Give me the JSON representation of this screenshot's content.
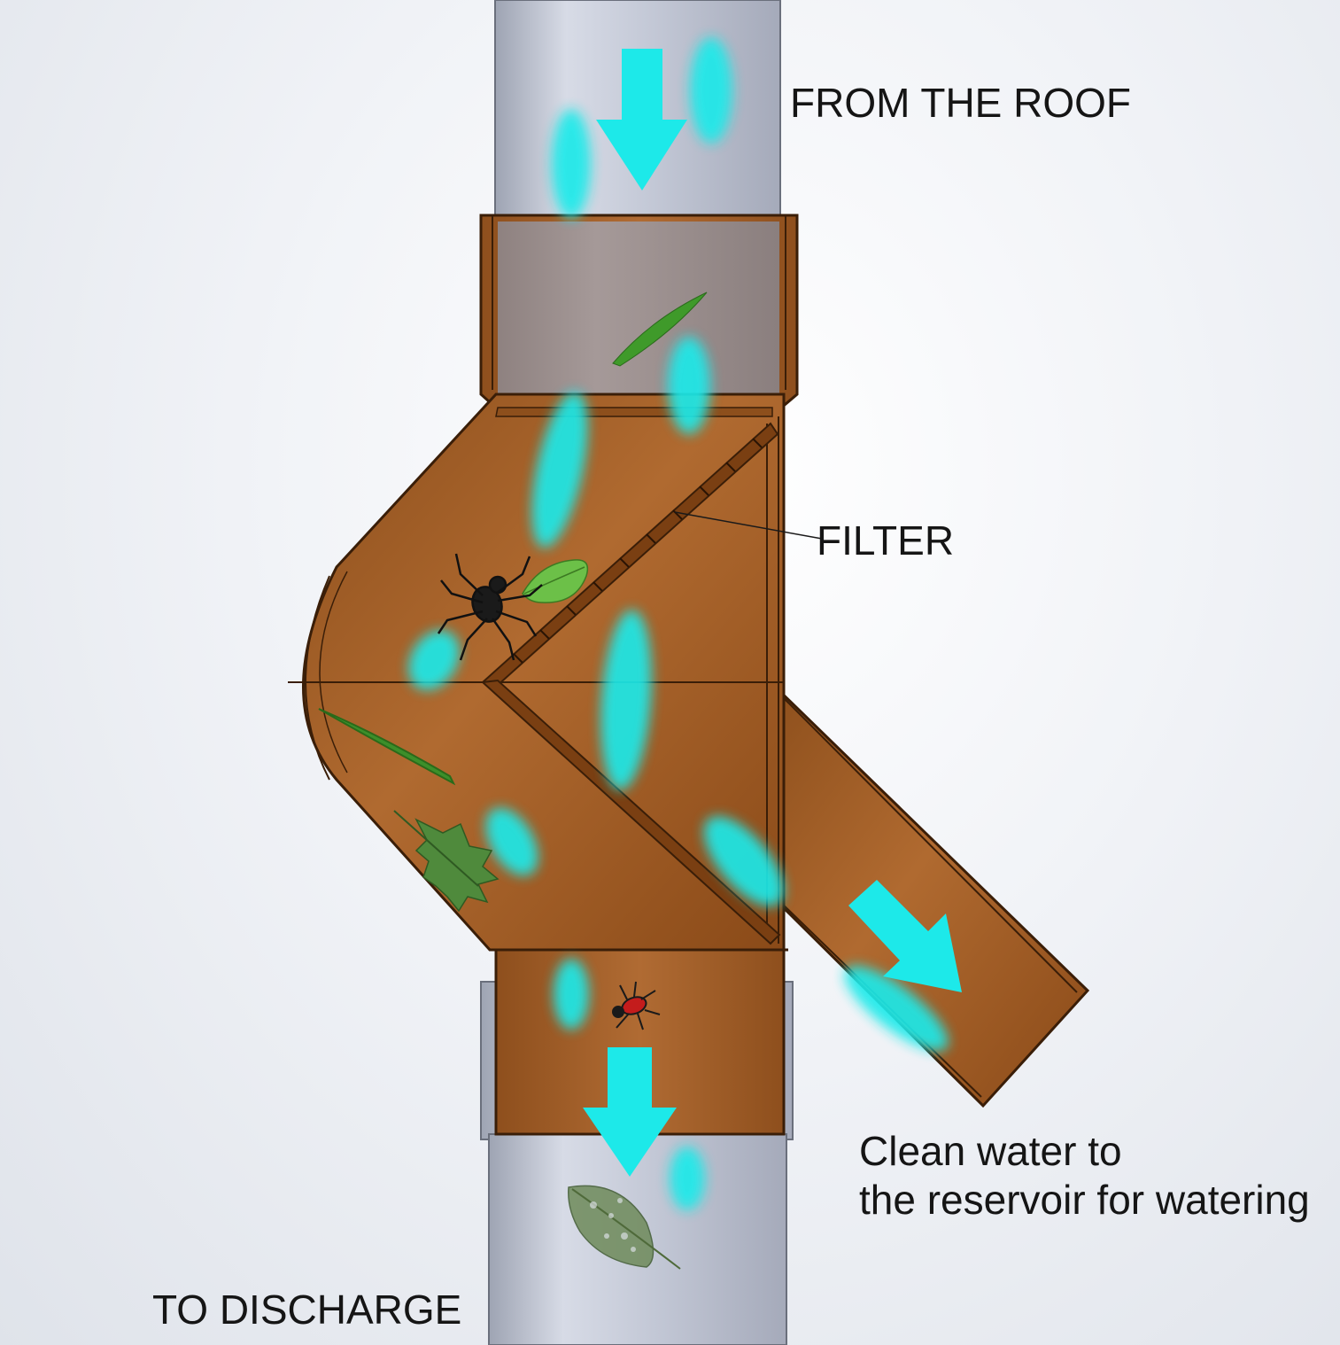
{
  "labels": {
    "from_roof": "FROM THE ROOF",
    "filter": "FILTER",
    "clean_water_line1": "Clean water to",
    "clean_water_line2": "the reservoir for watering",
    "to_discharge": "TO DISCHARGE"
  },
  "colors": {
    "pipe_grey": "#bfc4d2",
    "housing_brown": "#a4612a",
    "housing_edge": "#3a1e08",
    "water_cyan": "#1de9e9",
    "label_text": "#151515"
  },
  "icons": [
    "arrow-down-icon",
    "arrow-diagonal-icon",
    "spider-icon",
    "leaf-icon",
    "grass-blade-icon",
    "oak-leaf-icon",
    "ladybug-icon",
    "skeleton-leaf-icon"
  ]
}
